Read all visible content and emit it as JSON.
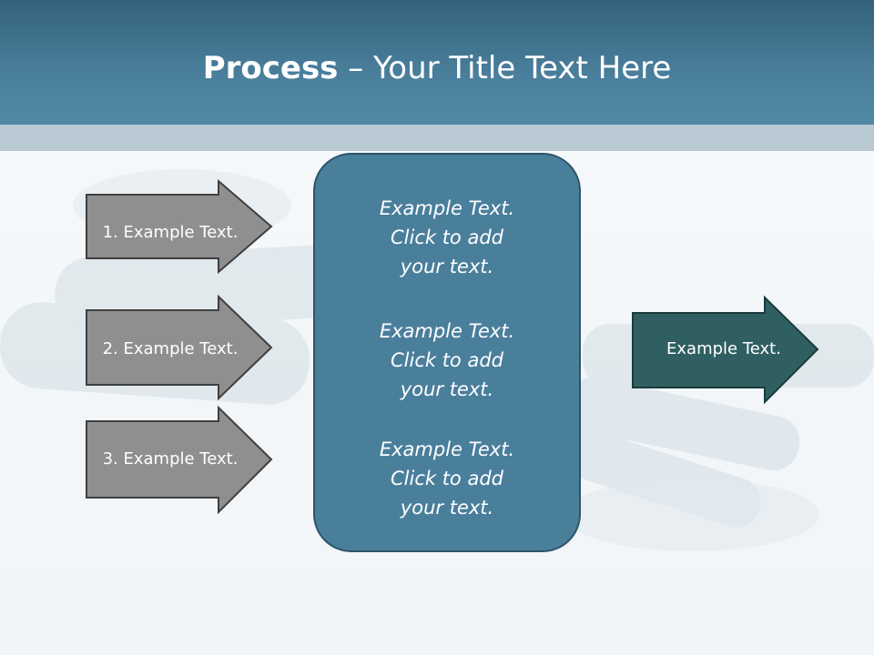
{
  "title": {
    "bold": "Process",
    "rest": " – Your Title Text Here"
  },
  "left_arrows": [
    {
      "label": "1. Example Text."
    },
    {
      "label": "2. Example Text."
    },
    {
      "label": "3. Example Text."
    }
  ],
  "center_box": {
    "blocks": [
      {
        "lines": [
          "Example Text.",
          "Click  to add",
          "your text."
        ]
      },
      {
        "lines": [
          "Example Text.",
          "Click  to add",
          "your text."
        ]
      },
      {
        "lines": [
          "Example Text.",
          "Click  to add",
          "your text."
        ]
      }
    ]
  },
  "right_arrow": {
    "label": "Example Text."
  },
  "colors": {
    "header": "#4a7f9c",
    "strip": "#b9c9d3",
    "left_arrow_fill": "#8f8f8f",
    "center_fill": "#4a7f9c",
    "right_arrow_fill": "#2f5f61"
  }
}
